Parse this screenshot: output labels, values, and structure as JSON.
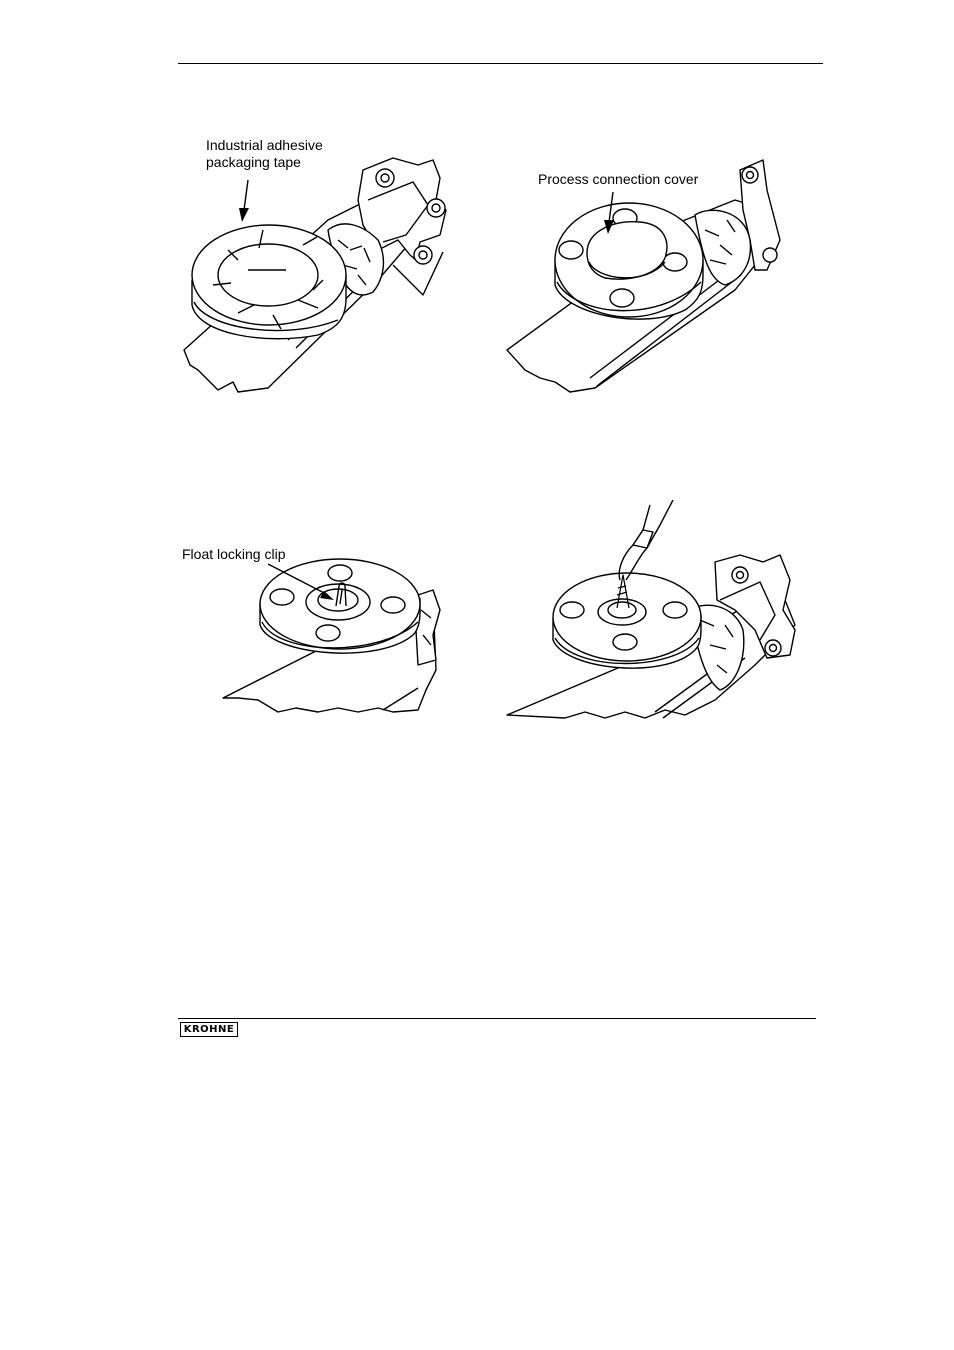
{
  "figures": [
    {
      "id": "tape",
      "label_lines": [
        "Industrial adhesive",
        "packaging tape"
      ]
    },
    {
      "id": "cover",
      "label_lines": [
        "Process connection cover"
      ]
    },
    {
      "id": "clip",
      "label_lines": [
        "Float locking clip"
      ]
    },
    {
      "id": "pliers",
      "label_lines": []
    }
  ],
  "footer": {
    "logo_text": "KROHNE"
  }
}
